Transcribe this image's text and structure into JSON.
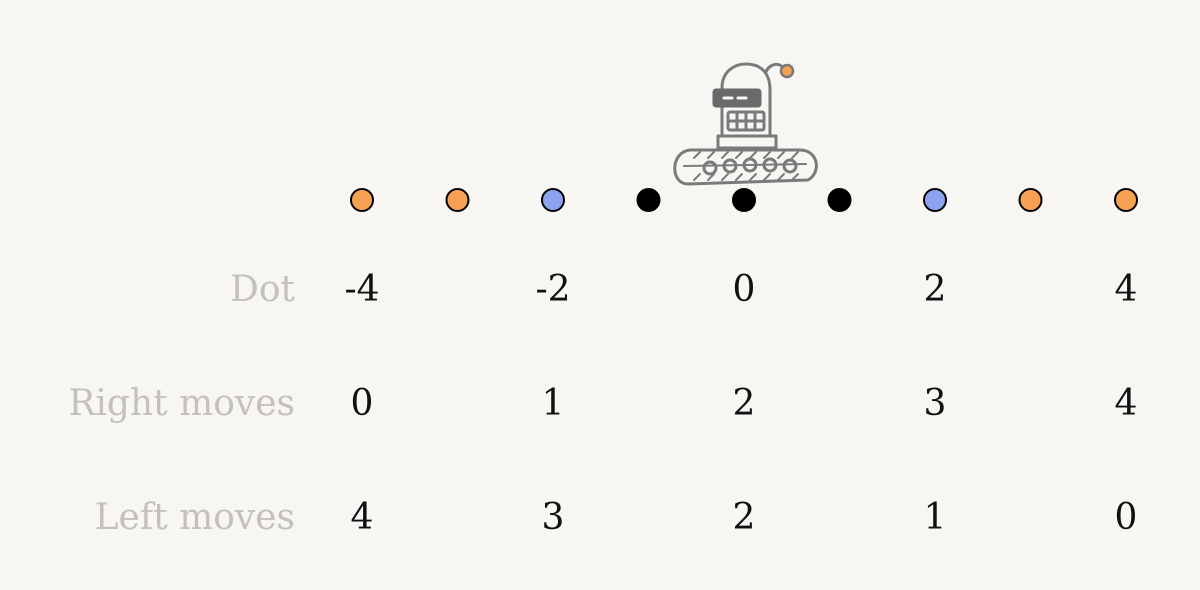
{
  "dots": [
    {
      "value": -4,
      "color": "#f5a052"
    },
    {
      "value": -3,
      "color": "#f5a052"
    },
    {
      "value": -2,
      "color": "#8ea3f0"
    },
    {
      "value": -1,
      "color": "#000000"
    },
    {
      "value": 0,
      "color": "#000000"
    },
    {
      "value": 1,
      "color": "#000000"
    },
    {
      "value": 2,
      "color": "#8ea3f0"
    },
    {
      "value": 3,
      "color": "#f5a052"
    },
    {
      "value": 4,
      "color": "#f5a052"
    }
  ],
  "robot": {
    "icon": "robot-on-treads-icon",
    "position_dot": 0,
    "antenna_color": "#f5a052"
  },
  "table": {
    "columns_dot_values": [
      -4,
      -2,
      0,
      2,
      4
    ],
    "rows": [
      {
        "label": "Dot",
        "values": [
          "-4",
          "-2",
          "0",
          "2",
          "4"
        ]
      },
      {
        "label": "Right moves",
        "values": [
          "0",
          "1",
          "2",
          "3",
          "4"
        ]
      },
      {
        "label": "Left moves",
        "values": [
          "4",
          "3",
          "2",
          "1",
          "0"
        ]
      }
    ]
  },
  "colors": {
    "background": "#f8f6f2",
    "label": "#c4c1bc",
    "text": "#111111",
    "robot_line": "#7a7a7a"
  }
}
